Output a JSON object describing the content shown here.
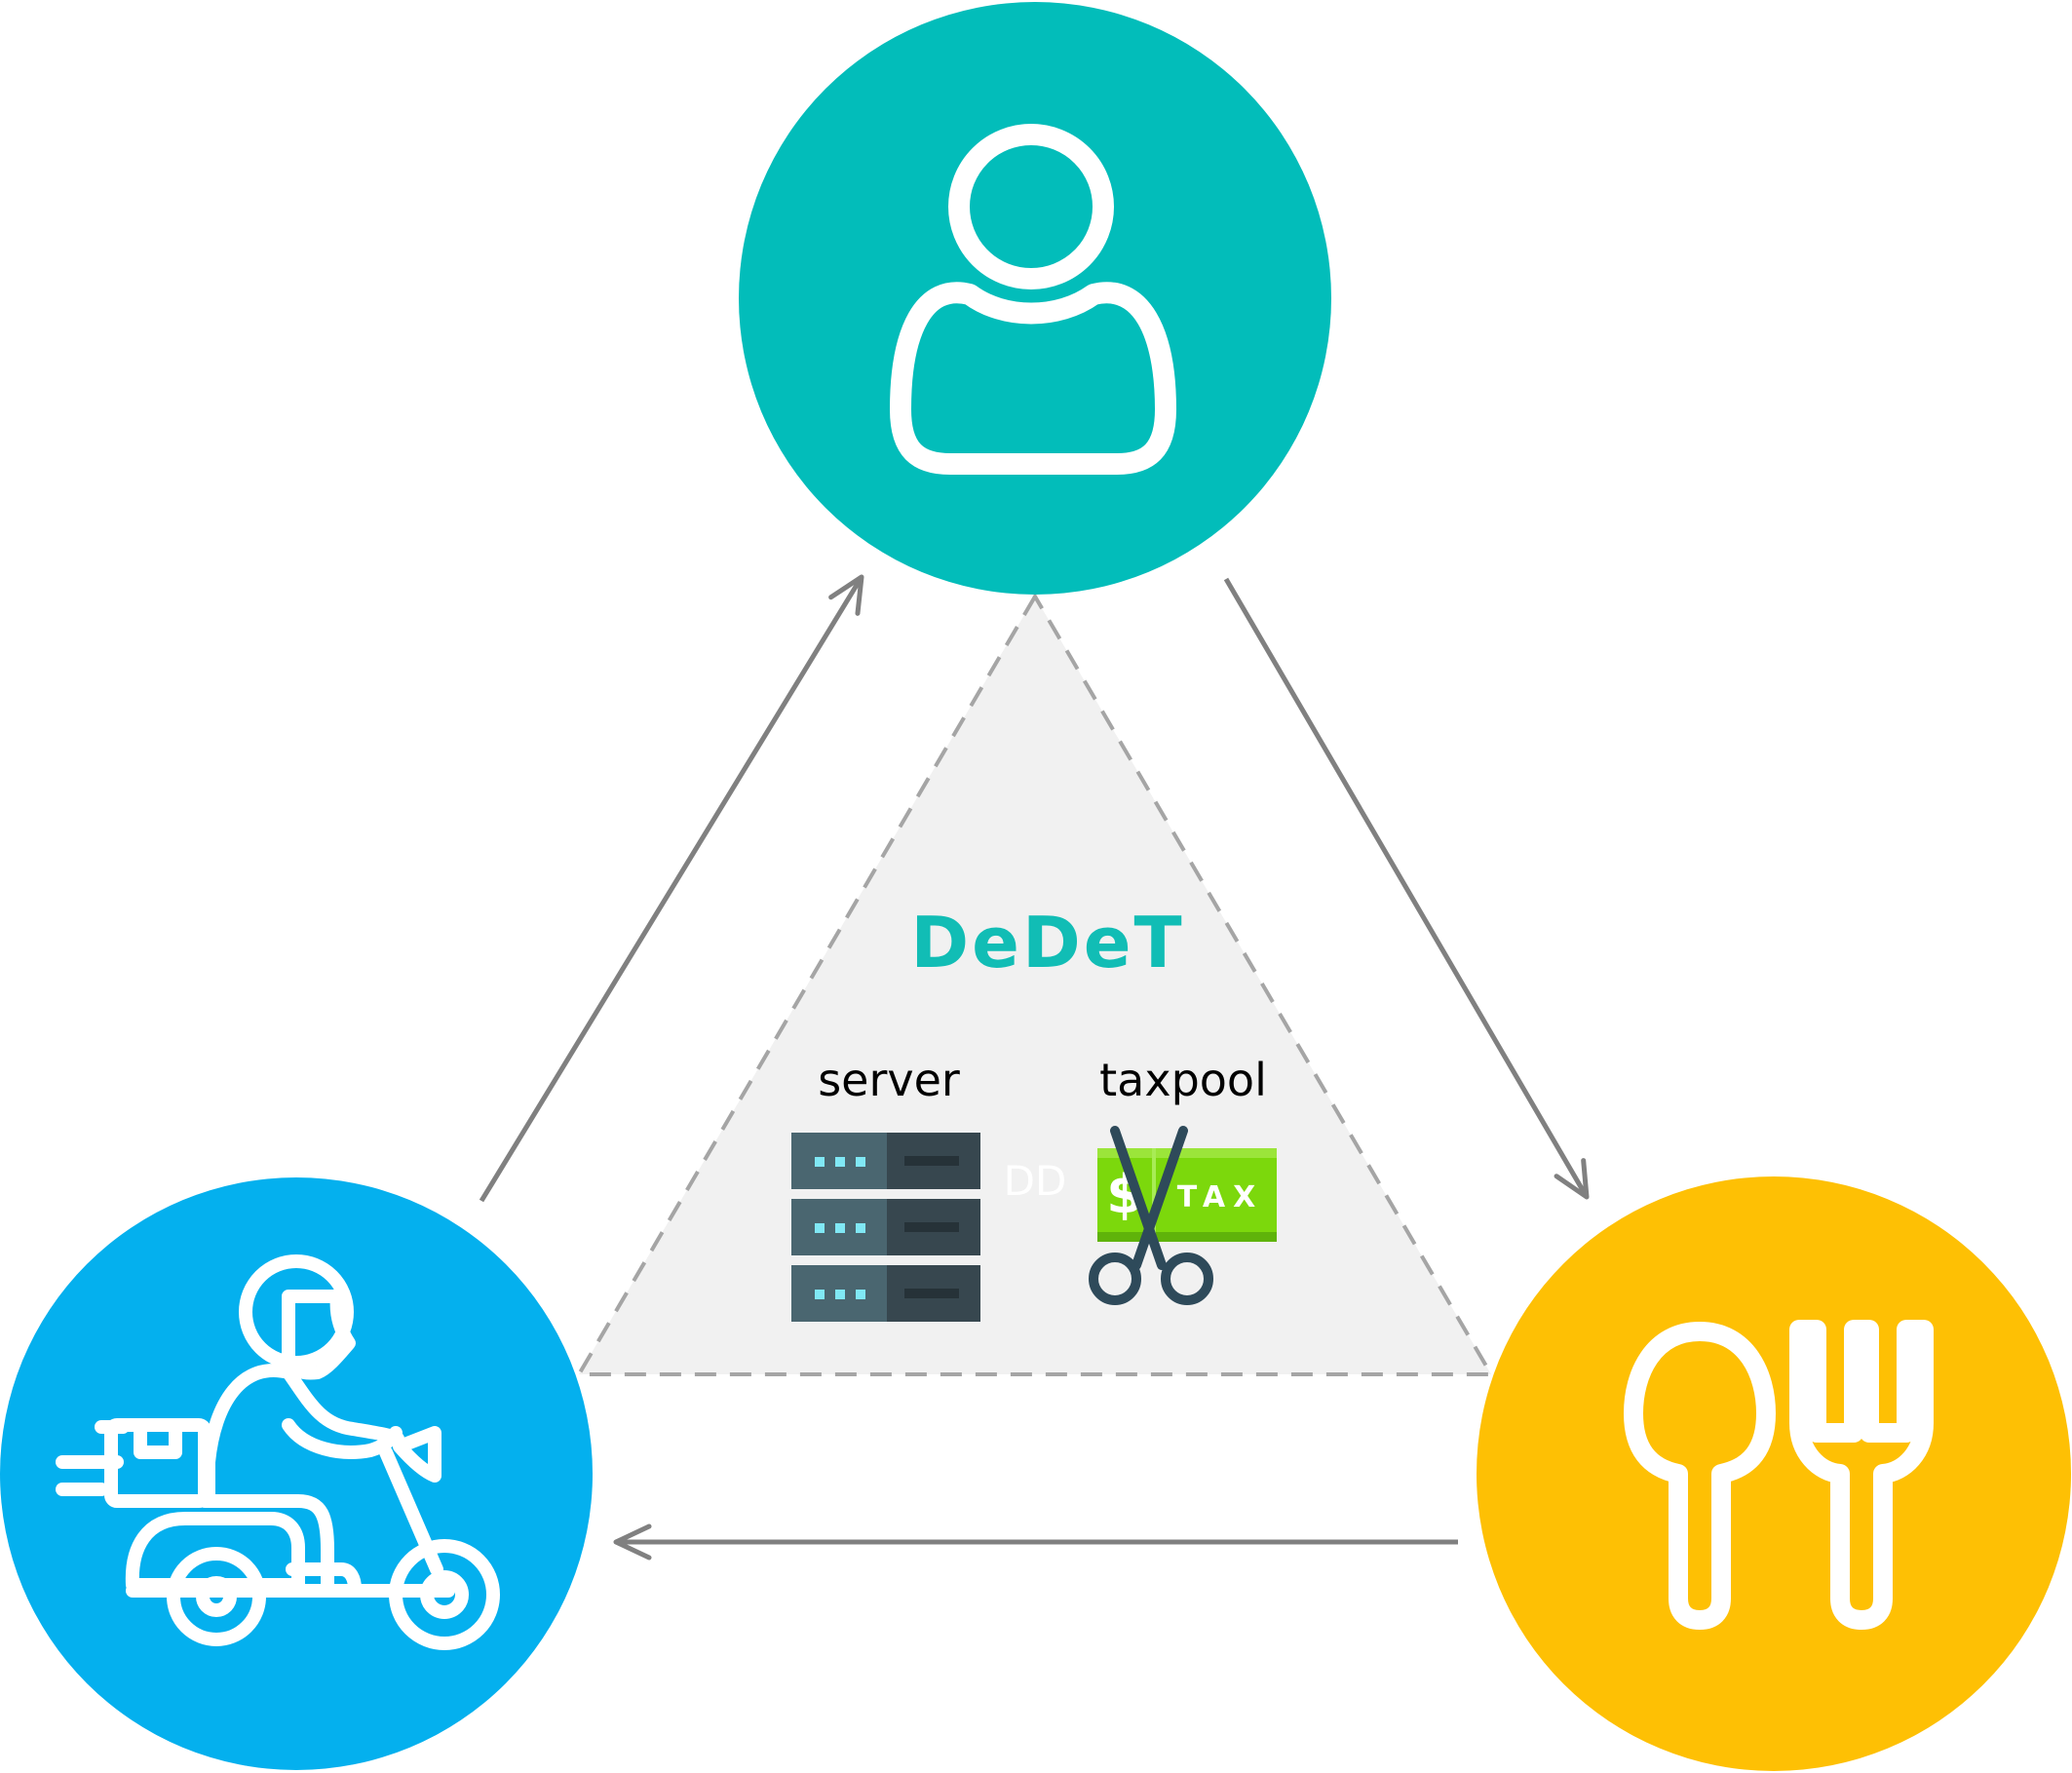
{
  "center": {
    "title": "DeDeT",
    "server_label": "server",
    "taxpool_label": "taxpool",
    "dd_label": "DD",
    "tax_tag": "TAX",
    "dollar": "$"
  },
  "nodes": {
    "customer": {
      "color": "#02BDBA",
      "icon": "person-icon"
    },
    "restaurant": {
      "color": "#FEC004",
      "icon": "spoon-fork-icon"
    },
    "rider": {
      "color": "#04B0EE",
      "icon": "delivery-scooter-icon"
    }
  },
  "colors": {
    "title": "#11BDB5",
    "arrow": "#808080",
    "triangle_fill": "#F1F1F1",
    "triangle_stroke": "#A5A5A5",
    "dd_text": "#FFFFFF"
  }
}
